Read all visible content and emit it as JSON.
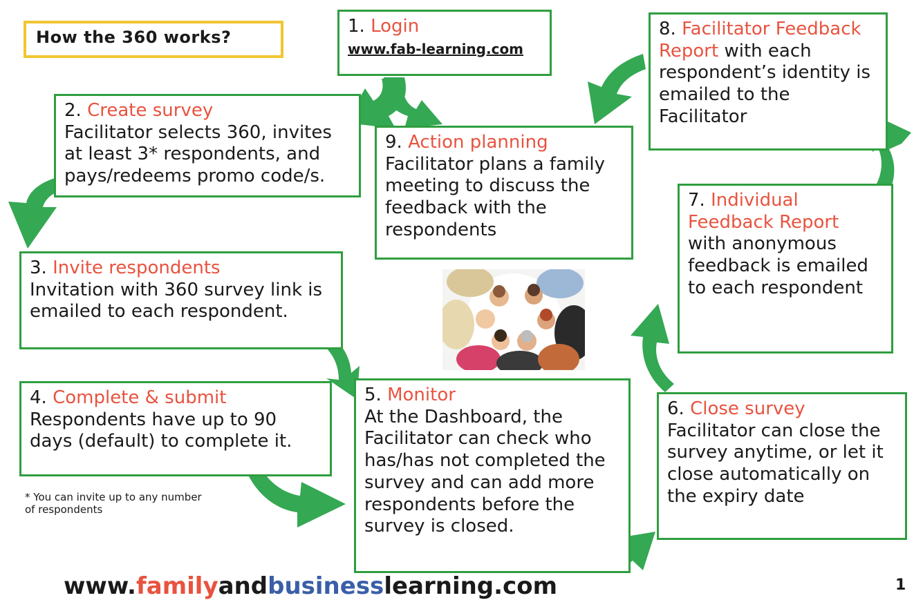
{
  "title": "How the 360 works?",
  "colors": {
    "accent": "#e8533f",
    "box_border": "#2f9e3f",
    "arrow": "#34a853",
    "title_border": "#f2c531"
  },
  "steps": {
    "s1": {
      "num": "1.",
      "label": "Login",
      "link": "www.fab-learning.com"
    },
    "s2": {
      "num": "2.",
      "label": "Create survey",
      "text": "Facilitator selects 360, invites at least 3* respondents, and pays/redeems promo code/s."
    },
    "s3": {
      "num": "3.",
      "label": "Invite respondents",
      "text": "Invitation with 360 survey link is emailed to each respondent."
    },
    "s4": {
      "num": "4.",
      "label": "Complete & submit",
      "text": "Respondents have up to 90 days (default) to complete it."
    },
    "s5": {
      "num": "5.",
      "label": "Monitor",
      "text": "At the Dashboard, the Facilitator can check who has/has not completed the survey and can add more respondents before the survey is closed."
    },
    "s6": {
      "num": "6.",
      "label": "Close survey",
      "text": "Facilitator can close the survey anytime, or let it close automatically on the expiry date"
    },
    "s7": {
      "num": "7.",
      "label": "Individual Feedback Report",
      "text": "with anonymous feedback is emailed to each respondent"
    },
    "s8": {
      "num": "8.",
      "label": "Facilitator Feedback Report",
      "text": "with each respondent’s identity is emailed to the Facilitator"
    },
    "s9": {
      "num": "9.",
      "label": "Action planning",
      "text": "Facilitator plans a family meeting to discuss the feedback with the respondents"
    }
  },
  "footnote": "* You can invite up to any number of respondents",
  "footer": {
    "part1": "www.",
    "part2": "family",
    "part3": "and",
    "part4": "business",
    "part5": "learning.com"
  },
  "page_number": "1"
}
